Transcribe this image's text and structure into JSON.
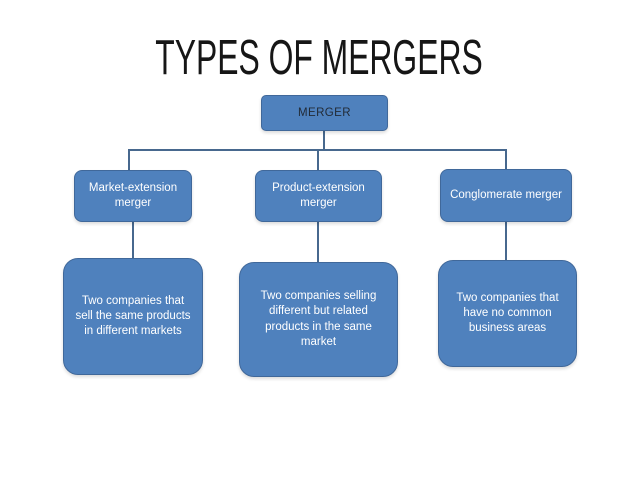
{
  "slide": {
    "title": "TYPES OF MERGERS"
  },
  "colors": {
    "node_fill": "#4f81bd",
    "connector": "#47688e",
    "root_text": "#222b37",
    "node_text": "#ffffff",
    "title_text": "#161616"
  },
  "diagram": {
    "root": {
      "label": "MERGER"
    },
    "branches": [
      {
        "type_label": "Market-extension merger",
        "description": "Two companies that sell the same products in different markets"
      },
      {
        "type_label": "Product-extension merger",
        "description": "Two companies selling different but related products in the same market"
      },
      {
        "type_label": "Conglomerate merger",
        "description": "Two companies that have no common business areas"
      }
    ]
  }
}
